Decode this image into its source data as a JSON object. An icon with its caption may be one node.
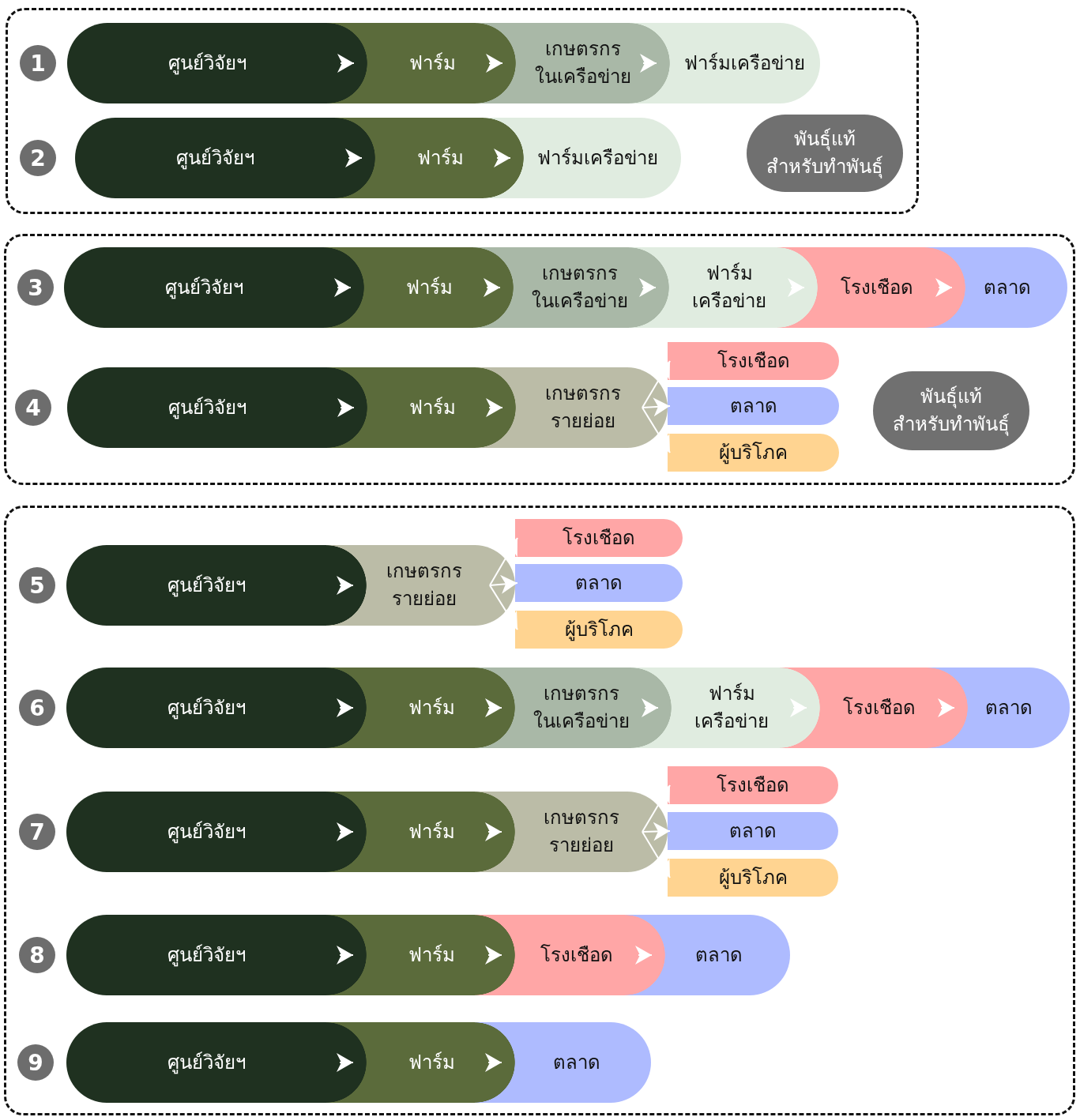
{
  "diagram": {
    "nodes": [
      {
        "text": [],
        "shape": "box"
      },
      {
        "text": [
          "1"
        ],
        "in": 0
      },
      {
        "text": [
          "ศูนย์วิจัยฯ"
        ],
        "in": 0
      },
      {
        "text": [
          "ฟาร์ม"
        ],
        "in": 0
      },
      {
        "text": [
          "เกษตรกรในเครือข่าย"
        ],
        "in": 0
      },
      {
        "text": [
          "ฟาร์มเครือข่าย"
        ],
        "in": 0
      },
      {
        "text": [
          "2"
        ],
        "in": 0
      },
      {
        "text": [
          "ศูนย์วิจัยฯ"
        ],
        "in": 0
      },
      {
        "text": [
          "ฟาร์ม"
        ],
        "in": 0
      },
      {
        "text": [
          "ฟาร์มเครือข่าย"
        ],
        "in": 0
      },
      {
        "text": [
          "พันธุ์แท้สำหรับทำพันธุ์"
        ],
        "in": 0
      },
      {
        "text": [],
        "shape": "box"
      },
      {
        "text": [
          "3"
        ],
        "in": 11
      },
      {
        "text": [
          "ศูนย์วิจัยฯ"
        ],
        "in": 11
      },
      {
        "text": [
          "ฟาร์ม"
        ],
        "in": 11
      },
      {
        "text": [
          "เกษตรกรในเครือข่าย"
        ],
        "in": 11
      },
      {
        "text": [
          "ฟาร์มเครือข่าย"
        ],
        "in": 11
      },
      {
        "text": [
          "โรงเชือด"
        ],
        "in": 11
      },
      {
        "text": [
          "ตลาด"
        ],
        "in": 11
      },
      {
        "text": [
          "4"
        ],
        "in": 11
      },
      {
        "text": [
          "ศูนย์วิจัยฯ"
        ],
        "in": 11
      },
      {
        "text": [
          "ฟาร์ม"
        ],
        "in": 11
      },
      {
        "text": [
          "เกษตรกรรายย่อย"
        ],
        "in": 11
      },
      {
        "text": [
          "โรงเชือด"
        ],
        "in": 11
      },
      {
        "text": [
          "ตลาด"
        ],
        "in": 11
      },
      {
        "text": [
          "ผู้บริโภค"
        ],
        "in": 11
      },
      {
        "text": [
          "พันธุ์แท้สำหรับทำพันธุ์"
        ],
        "in": 11
      },
      {
        "text": [],
        "shape": "box"
      },
      {
        "text": [
          "5"
        ],
        "in": 27
      },
      {
        "text": [
          "ศูนย์วิจัยฯ"
        ],
        "in": 27
      },
      {
        "text": [
          "เกษตรกรรายย่อย"
        ],
        "in": 27
      },
      {
        "text": [
          "โรงเชือด"
        ],
        "in": 27
      },
      {
        "text": [
          "ตลาด"
        ],
        "in": 27
      },
      {
        "text": [
          "ผู้บริโภค"
        ],
        "in": 27
      },
      {
        "text": [
          "6"
        ],
        "in": 27
      },
      {
        "text": [
          "ศูนย์วิจัยฯ"
        ],
        "in": 27
      },
      {
        "text": [
          "ฟาร์ม"
        ],
        "in": 27
      },
      {
        "text": [
          "เกษตรกรในเครือข่าย"
        ],
        "in": 27
      },
      {
        "text": [
          "ฟาร์มเครือข่าย"
        ],
        "in": 27
      },
      {
        "text": [
          "โรงเชือด"
        ],
        "in": 27
      },
      {
        "text": [
          "ตลาด"
        ],
        "in": 27
      },
      {
        "text": [
          "7"
        ],
        "in": 27
      },
      {
        "text": [
          "ศูนย์วิจัยฯ"
        ],
        "in": 27
      },
      {
        "text": [
          "ฟาร์ม"
        ],
        "in": 27
      },
      {
        "text": [
          "เกษตรกรรายย่อย"
        ],
        "in": 27
      },
      {
        "text": [
          "โรงเชือด"
        ],
        "in": 27
      },
      {
        "text": [
          "ตลาด"
        ],
        "in": 27
      },
      {
        "text": [
          "ผู้บริโภค"
        ],
        "in": 27
      },
      {
        "text": [
          "8"
        ],
        "in": 27
      },
      {
        "text": [
          "ศูนย์วิจัยฯ"
        ],
        "in": 27
      },
      {
        "text": [
          "ฟาร์ม"
        ],
        "in": 27
      },
      {
        "text": [
          "โรงเชือด"
        ],
        "in": 27
      },
      {
        "text": [
          "ตลาด"
        ],
        "in": 27
      },
      {
        "text": [
          "9"
        ],
        "in": 27
      },
      {
        "text": [
          "ศูนย์วิจัยฯ"
        ],
        "in": 27
      },
      {
        "text": [
          "ฟาร์ม"
        ],
        "in": 27
      },
      {
        "text": [
          "ตลาด"
        ],
        "in": 27
      }
    ],
    "edges": [
      {
        "from": 2,
        "to": 3,
        "arrow": "to"
      },
      {
        "from": 3,
        "to": 4,
        "arrow": "to"
      },
      {
        "from": 4,
        "to": 5,
        "arrow": "to"
      },
      {
        "from": 7,
        "to": 8,
        "arrow": "to"
      },
      {
        "from": 8,
        "to": 9,
        "arrow": "to"
      },
      {
        "from": 13,
        "to": 14,
        "arrow": "to"
      },
      {
        "from": 14,
        "to": 15,
        "arrow": "to"
      },
      {
        "from": 15,
        "to": 16,
        "arrow": "to"
      },
      {
        "from": 16,
        "to": 17,
        "arrow": "to"
      },
      {
        "from": 17,
        "to": 18,
        "arrow": "to"
      },
      {
        "from": 20,
        "to": 21,
        "arrow": "to"
      },
      {
        "from": 21,
        "to": 22,
        "arrow": "to"
      },
      {
        "from": 22,
        "to": 23,
        "arrow": "to"
      },
      {
        "from": 22,
        "to": 24,
        "arrow": "to"
      },
      {
        "from": 22,
        "to": 25,
        "arrow": "to"
      },
      {
        "from": 29,
        "to": 30,
        "arrow": "to"
      },
      {
        "from": 30,
        "to": 31,
        "arrow": "to"
      },
      {
        "from": 30,
        "to": 32,
        "arrow": "to"
      },
      {
        "from": 30,
        "to": 33,
        "arrow": "to"
      },
      {
        "from": 35,
        "to": 36,
        "arrow": "to"
      },
      {
        "from": 36,
        "to": 37,
        "arrow": "to"
      },
      {
        "from": 37,
        "to": 38,
        "arrow": "to"
      },
      {
        "from": 38,
        "to": 39,
        "arrow": "to"
      },
      {
        "from": 39,
        "to": 40,
        "arrow": "to"
      },
      {
        "from": 42,
        "to": 43,
        "arrow": "to"
      },
      {
        "from": 43,
        "to": 44,
        "arrow": "to"
      },
      {
        "from": 44,
        "to": 45,
        "arrow": "to"
      },
      {
        "from": 44,
        "to": 46,
        "arrow": "to"
      },
      {
        "from": 44,
        "to": 47,
        "arrow": "to"
      },
      {
        "from": 49,
        "to": 50,
        "arrow": "to"
      },
      {
        "from": 50,
        "to": 51,
        "arrow": "to"
      },
      {
        "from": 51,
        "to": 52,
        "arrow": "to"
      },
      {
        "from": 54,
        "to": 55,
        "arrow": "to"
      },
      {
        "from": 55,
        "to": 56,
        "arrow": "to"
      }
    ]
  }
}
